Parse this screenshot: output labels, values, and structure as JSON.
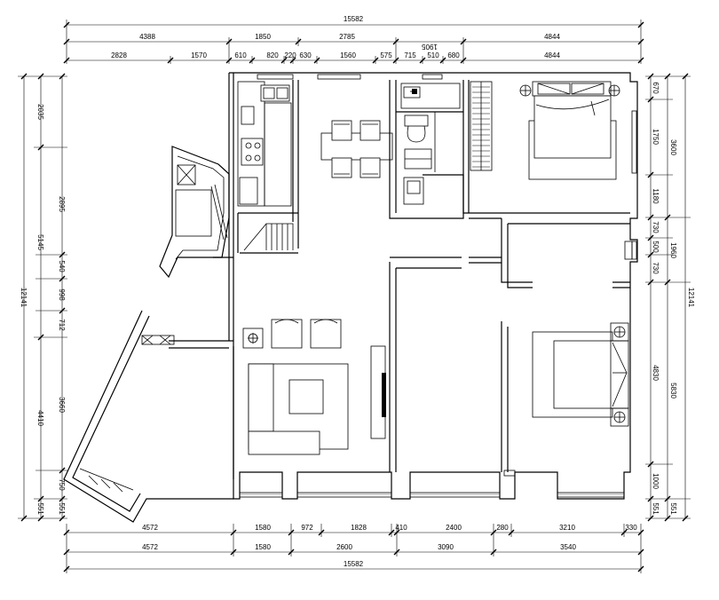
{
  "dimensions": {
    "top_total": "15582",
    "top_row1": [
      "4388",
      "1850",
      "2785",
      "4844"
    ],
    "top_small_flipped": "1905",
    "top_row2": [
      "2828",
      "1570",
      "610",
      "820",
      "220",
      "630",
      "1560",
      "575",
      "715",
      "510",
      "680",
      "4844"
    ],
    "bottom_row1": [
      "4572",
      "1580",
      "972",
      "1828",
      "410",
      "2400",
      "280",
      "3210",
      "330"
    ],
    "bottom_row2": [
      "4572",
      "1580",
      "2600",
      "3090",
      "3540"
    ],
    "bottom_total": "15582",
    "left_total": "12141",
    "left_col1": [
      "2035",
      "5145",
      "4410",
      "551"
    ],
    "left_col2": [
      "2895",
      "540",
      "998",
      "712",
      "3660",
      "750",
      "551"
    ],
    "right_total": "12141",
    "right_col1": [
      "670",
      "1750",
      "1180",
      "730",
      "500",
      "730",
      "4830",
      "1000",
      "551"
    ],
    "right_col2": [
      "3600",
      "1960",
      "5830",
      "551"
    ]
  }
}
